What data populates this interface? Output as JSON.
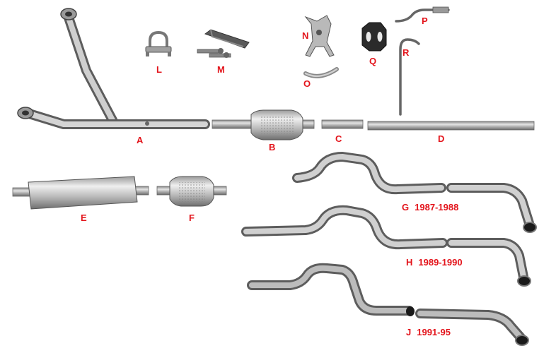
{
  "labels": {
    "A": "A",
    "B": "B",
    "C": "C",
    "D": "D",
    "E": "E",
    "F": "F",
    "G": "G",
    "H": "H",
    "J": "J",
    "L": "L",
    "M": "M",
    "N": "N",
    "O": "O",
    "P": "P",
    "Q": "Q",
    "R": "R"
  },
  "years": {
    "G": "1987-1988",
    "H": "1989-1990",
    "J": "1991-95"
  },
  "colors": {
    "label": "#e3141b",
    "metal_light": "#d6d6d6",
    "metal_mid": "#a9a9a9",
    "metal_dark": "#5e5e5e"
  }
}
